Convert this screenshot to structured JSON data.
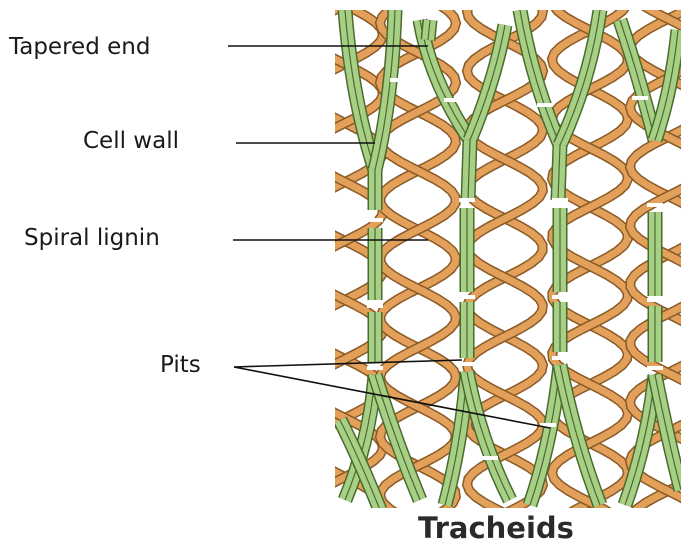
{
  "labels": {
    "tapered_end": "Tapered end",
    "cell_wall": "Cell wall",
    "spiral_lignin": "Spiral lignin",
    "pits": "Pits"
  },
  "caption": "Tracheids",
  "colors": {
    "cell_wall_fill": "#a8cf86",
    "cell_wall_stroke": "#4a6b2e",
    "cell_wall_lumen": "#cde3b3",
    "lignin_fill": "#e3a05a",
    "lignin_stroke": "#8a5a26",
    "leader_line": "#111111",
    "background": "#ffffff"
  }
}
